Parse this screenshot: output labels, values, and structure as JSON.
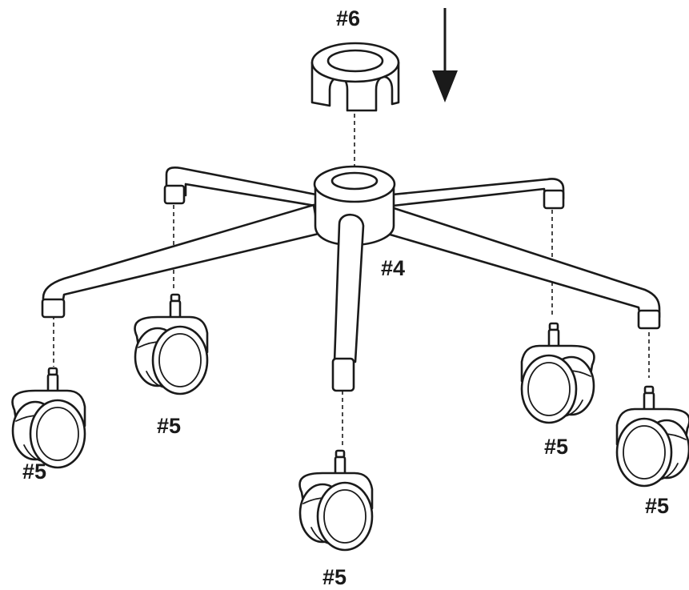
{
  "labels": {
    "cap": "#6",
    "base": "#4",
    "caster_front_left": "#5",
    "caster_back_left": "#5",
    "caster_center": "#5",
    "caster_back_right": "#5",
    "caster_front_right": "#5"
  },
  "colors": {
    "line": "#1a1a1a",
    "fill": "#ffffff"
  },
  "icons": {
    "direction": "arrow-down-icon"
  }
}
